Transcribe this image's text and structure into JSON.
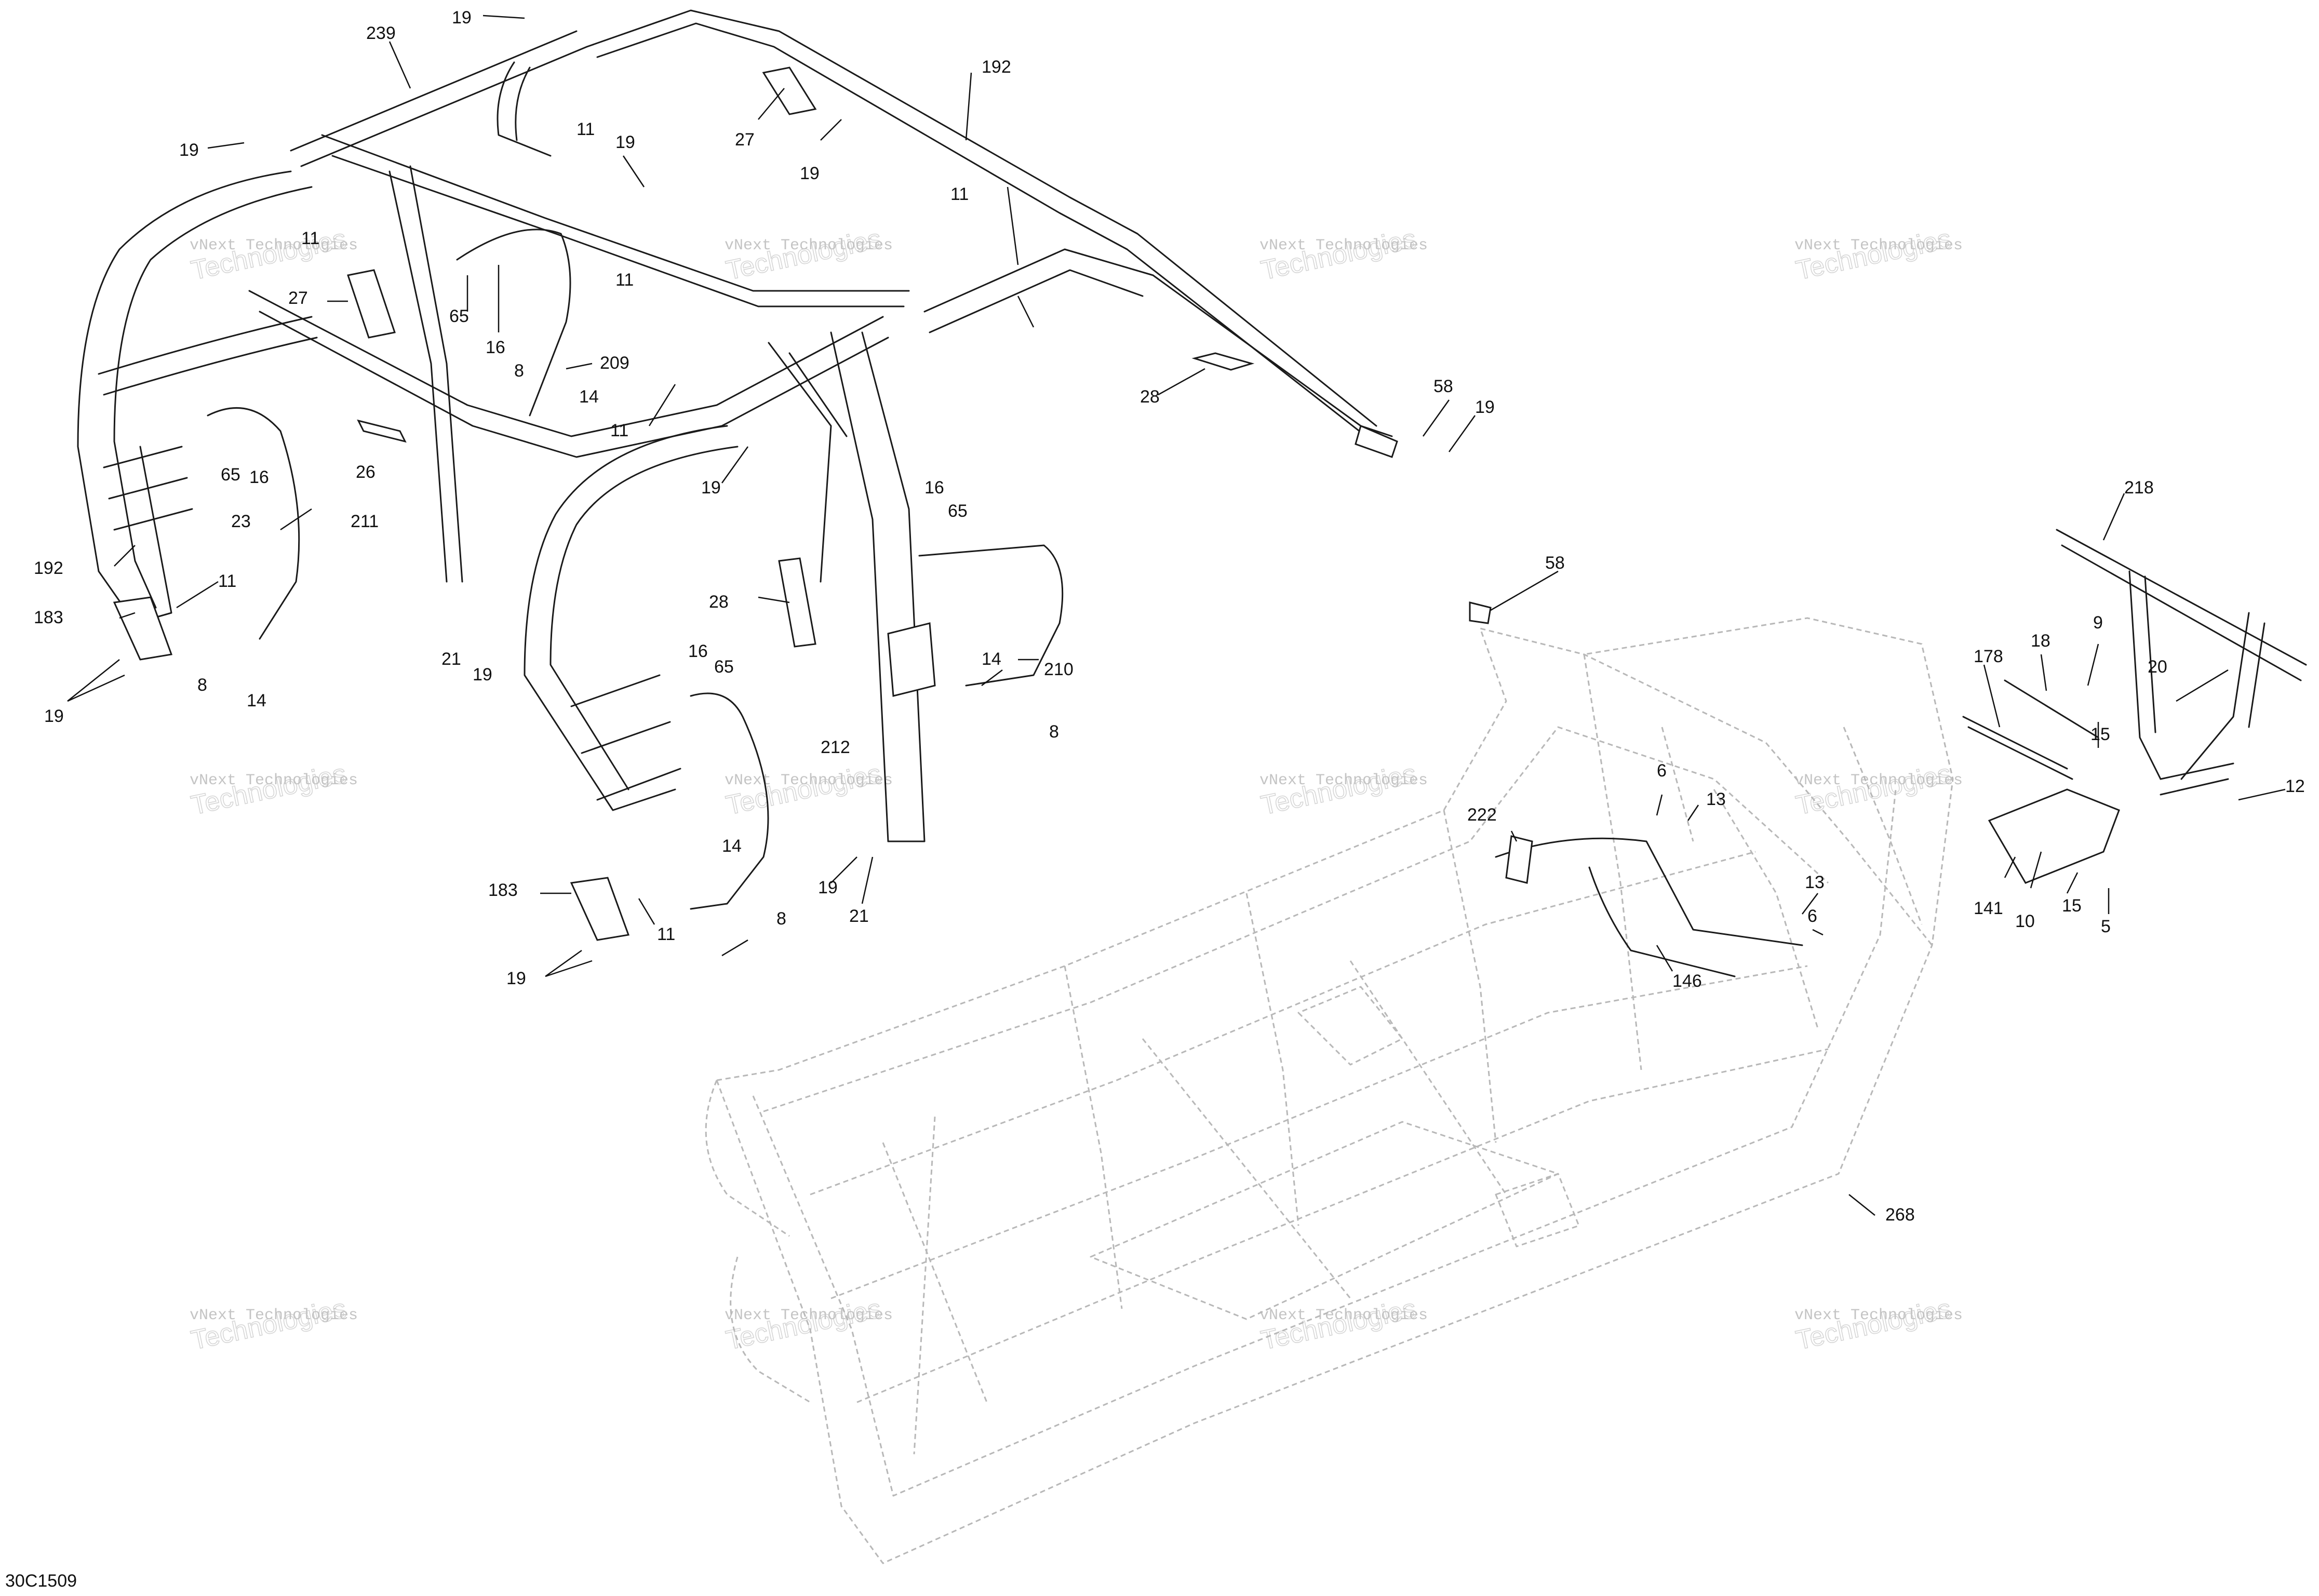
{
  "figure_code": "30C1509",
  "watermark": {
    "line1": "vNext Technologies",
    "line2": "vNext",
    "line3": "Technologies"
  },
  "callouts": {
    "c239": "239",
    "c19a": "19",
    "c192a": "192",
    "c19b": "19",
    "c11a": "11",
    "c27a": "27",
    "c19c": "19",
    "c19d": "19",
    "c11b": "11",
    "c11c": "11",
    "c11d": "11",
    "c27b": "27",
    "c65a": "65",
    "c16a": "16",
    "c8a": "8",
    "c14a": "14",
    "c209": "209",
    "c11e": "11",
    "c19e": "19",
    "c28a": "28",
    "c58a": "58",
    "c19f": "19",
    "c26": "26",
    "c65b": "65",
    "c16b": "16",
    "c23": "23",
    "c211": "211",
    "c192b": "192",
    "c183a": "183",
    "c11f": "11",
    "c8b": "8",
    "c14b": "14",
    "c19g": "19",
    "c21a": "21",
    "c19h": "19",
    "c16c": "16",
    "c65c": "65",
    "c28b": "28",
    "c16d": "16",
    "c65d": "65",
    "c14c": "14",
    "c210": "210",
    "c8c": "8",
    "c212": "212",
    "c14d": "14",
    "c183b": "183",
    "c11g": "11",
    "c19i": "19",
    "c8d": "8",
    "c19j": "19",
    "c21b": "21",
    "c58b": "58",
    "c218": "218",
    "c178": "178",
    "c18": "18",
    "c9": "9",
    "c20": "20",
    "c15a": "15",
    "c12": "12",
    "c6a": "6",
    "c222": "222",
    "c13a": "13",
    "c13b": "13",
    "c6b": "6",
    "c141": "141",
    "c10": "10",
    "c15b": "15",
    "c5": "5",
    "c146": "146",
    "c268": "268"
  }
}
